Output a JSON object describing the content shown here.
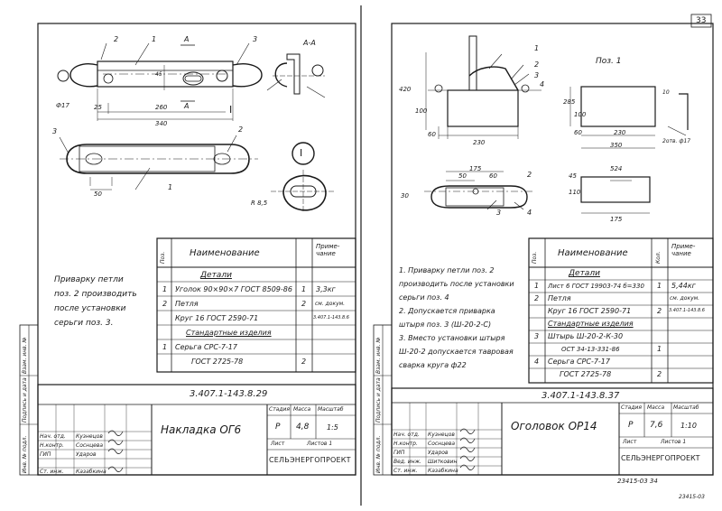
{
  "page_number": "33",
  "left": {
    "notes": [
      "Приварку петли",
      "поз. 2 производить",
      "после установки",
      "серьги поз. 3."
    ],
    "drawing": {
      "callouts": [
        "2",
        "1",
        "3",
        "3",
        "2",
        "1",
        "I",
        "I"
      ],
      "section": "А-А",
      "sec_mark": "А",
      "dims": [
        "Ф17",
        "25",
        "260",
        "340",
        "45",
        "50",
        "R 8,5",
        "А"
      ]
    },
    "table": {
      "col_pos": "Поз.",
      "col_name": "Наименование",
      "col_note": "Приме-чание",
      "rows": [
        {
          "pos": "",
          "name": "Детали",
          "note": "",
          "header": true
        },
        {
          "pos": "1",
          "name": "Уголок 90×90×7 ГОСТ 8509-86",
          "qty": "1",
          "note": "3,3кг"
        },
        {
          "pos": "2",
          "name": "Петля",
          "qty": "2",
          "note": "см. докум."
        },
        {
          "pos": "",
          "name": "Круг 16 ГОСТ 2590-71",
          "qty": "",
          "note": "3.407.1-143.8.6"
        },
        {
          "pos": "",
          "name": "Стандартные изделия",
          "note": "",
          "header": true
        },
        {
          "pos": "3",
          "name": "Серьга СРС-7-17",
          "qty": "",
          "note": ""
        },
        {
          "pos": "",
          "name": "ГОСТ 2725-78",
          "qty": "2",
          "note": ""
        }
      ]
    },
    "doc_code": "3.407.1-143.8.29",
    "title": "Накладка ОГ6",
    "stamp_heads": [
      "Стадия",
      "Масса",
      "Масштаб"
    ],
    "stage": "Р",
    "mass": "4,8",
    "scale": "1:5",
    "sheet_label": "Лист",
    "sheets_label": "Листов 1",
    "org": "СЕЛЬЭНЕРГОПРОЕКТ",
    "staff": [
      {
        "role": "Нач. отд.",
        "name": "Кузнецов"
      },
      {
        "role": "Н.контр.",
        "name": "Соснцева"
      },
      {
        "role": "ГИП",
        "name": "Ударов"
      },
      {
        "role": "",
        "name": ""
      },
      {
        "role": "Ст. инж.",
        "name": "Казабкина"
      }
    ],
    "side_strip": [
      "Инв. № подл.",
      "Подпись и дата",
      "Взам. инв. №"
    ]
  },
  "right": {
    "poz_label": "Поз. 1",
    "notes": [
      "1. Приварку петли поз. 2",
      "производить после установки",
      "серьги поз. 4",
      "2. Допускается приварка",
      "штыря поз. 3 (Ш-20-2-С)",
      "3. Вместо установки штыря",
      "Ш-20-2 допускается тавровая",
      "сварка круга ф22"
    ],
    "drawing": {
      "callouts": [
        "1",
        "2",
        "3",
        "4",
        "3",
        "4",
        "2"
      ],
      "dims": [
        "420",
        "100",
        "60",
        "230",
        "175",
        "50",
        "60",
        "285",
        "100",
        "60",
        "230",
        "350",
        "10",
        "2отв. ф17",
        "30",
        "175",
        "524",
        "45",
        "110"
      ]
    },
    "table": {
      "col_pos": "Поз.",
      "col_name": "Наименование",
      "col_qty": "Кол.",
      "col_note": "Приме-чание",
      "rows": [
        {
          "pos": "",
          "name": "Детали",
          "qty": "",
          "note": "",
          "header": true
        },
        {
          "pos": "1",
          "name": "Лист 6 ГОСТ 19903-74 б=330",
          "qty": "1",
          "note": "5,44кг"
        },
        {
          "pos": "2",
          "name": "Петля",
          "qty": "",
          "note": "см. докум."
        },
        {
          "pos": "",
          "name": "Круг 16 ГОСТ 2590-71",
          "qty": "2",
          "note": "3.407.1-143.8.6"
        },
        {
          "pos": "",
          "name": "Стандартные изделия",
          "qty": "",
          "note": "",
          "header": true
        },
        {
          "pos": "3",
          "name": "Штырь Ш-20-2-К-30",
          "qty": "",
          "note": ""
        },
        {
          "pos": "",
          "name": "ОСТ 34-13-331-86",
          "qty": "1",
          "note": ""
        },
        {
          "pos": "4",
          "name": "Серьга СРС-7-17",
          "qty": "",
          "note": ""
        },
        {
          "pos": "",
          "name": "ГОСТ 2725-78",
          "qty": "2",
          "note": ""
        }
      ]
    },
    "doc_code": "3.407.1-143.8.37",
    "title": "Оголовок ОР14",
    "stamp_heads": [
      "Стадия",
      "Масса",
      "Масштаб"
    ],
    "stage": "Р",
    "mass": "7,6",
    "scale": "1:10",
    "sheet_label": "Лист",
    "sheets_label": "Листов 1",
    "org": "СЕЛЬЭНЕРГОПРОЕКТ",
    "staff": [
      {
        "role": "Нач. отд.",
        "name": "Кузнецов"
      },
      {
        "role": "Н.контр.",
        "name": "Соснцева"
      },
      {
        "role": "ГИП",
        "name": "Ударов"
      },
      {
        "role": "Вед. инж.",
        "name": "Шитковин"
      },
      {
        "role": "Ст. инж.",
        "name": "Казабкина"
      }
    ],
    "bottom_note": "23415-03   34",
    "side_strip": [
      "Инв. № подл.",
      "Подпись и дата",
      "Взам. инв. №"
    ]
  },
  "corner_stamp": "23415-03"
}
